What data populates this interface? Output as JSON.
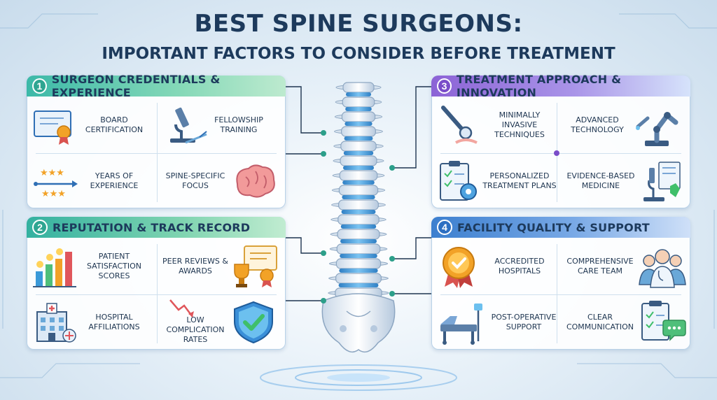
{
  "title": "BEST SPINE SURGEONS:",
  "subtitle": "IMPORTANT FACTORS TO CONSIDER BEFORE TREATMENT",
  "sections": [
    {
      "number": "1",
      "heading": "SURGEON CREDENTIALS & EXPERIENCE",
      "items": [
        {
          "label": "BOARD CERTIFICATION",
          "icon": "certificate-icon"
        },
        {
          "label": "FELLOWSHIP TRAINING",
          "icon": "microscope-icon"
        },
        {
          "label": "YEARS OF EXPERIENCE",
          "icon": "stars-timeline-icon"
        },
        {
          "label": "SPINE-SPECIFIC FOCUS",
          "icon": "brain-icon"
        }
      ]
    },
    {
      "number": "2",
      "heading": "REPUTATION & TRACK RECORD",
      "items": [
        {
          "label": "PATIENT SATISFACTION SCORES",
          "icon": "bar-chart-smiley-icon"
        },
        {
          "label": "PEER REVIEWS & AWARDS",
          "icon": "trophy-certificate-icon"
        },
        {
          "label": "HOSPITAL AFFILIATIONS",
          "icon": "hospital-icon"
        },
        {
          "label": "LOW COMPLICATION RATES",
          "icon": "shield-check-icon"
        }
      ]
    },
    {
      "number": "3",
      "heading": "TREATMENT APPROACH & INNOVATION",
      "items": [
        {
          "label": "MINIMALLY INVASIVE TECHNIQUES",
          "icon": "surgical-tool-icon"
        },
        {
          "label": "ADVANCED TECHNOLOGY",
          "icon": "robotic-arm-icon"
        },
        {
          "label": "PERSONALIZED TREATMENT PLANS",
          "icon": "checklist-gear-icon"
        },
        {
          "label": "EVIDENCE-BASED MEDICINE",
          "icon": "microscope-document-icon"
        }
      ]
    },
    {
      "number": "4",
      "heading": "FACILITY QUALITY & SUPPORT",
      "items": [
        {
          "label": "ACCREDITED HOSPITALS",
          "icon": "award-badge-icon"
        },
        {
          "label": "COMPREHENSIVE CARE TEAM",
          "icon": "care-team-icon"
        },
        {
          "label": "POST-OPERATIVE SUPPORT",
          "icon": "hospital-bed-icon"
        },
        {
          "label": "CLEAR COMMUNICATION",
          "icon": "clipboard-chat-icon"
        }
      ]
    }
  ],
  "colors": {
    "title": "#1d3a5c",
    "section1": "#3cb9a8",
    "section2": "#34b1a0",
    "section3": "#8c63d6",
    "section4": "#3c7fcf"
  }
}
